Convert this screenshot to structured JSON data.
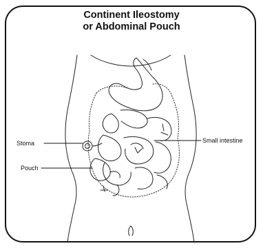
{
  "title": {
    "line1": "Continent Ileostomy",
    "line2": "or Abdominal Pouch"
  },
  "labels": {
    "stoma": "Stoma",
    "pouch": "Pouch",
    "small_intestine": "Small intestine"
  },
  "colors": {
    "border": "#111111",
    "line": "#222222",
    "background": "#ffffff"
  }
}
